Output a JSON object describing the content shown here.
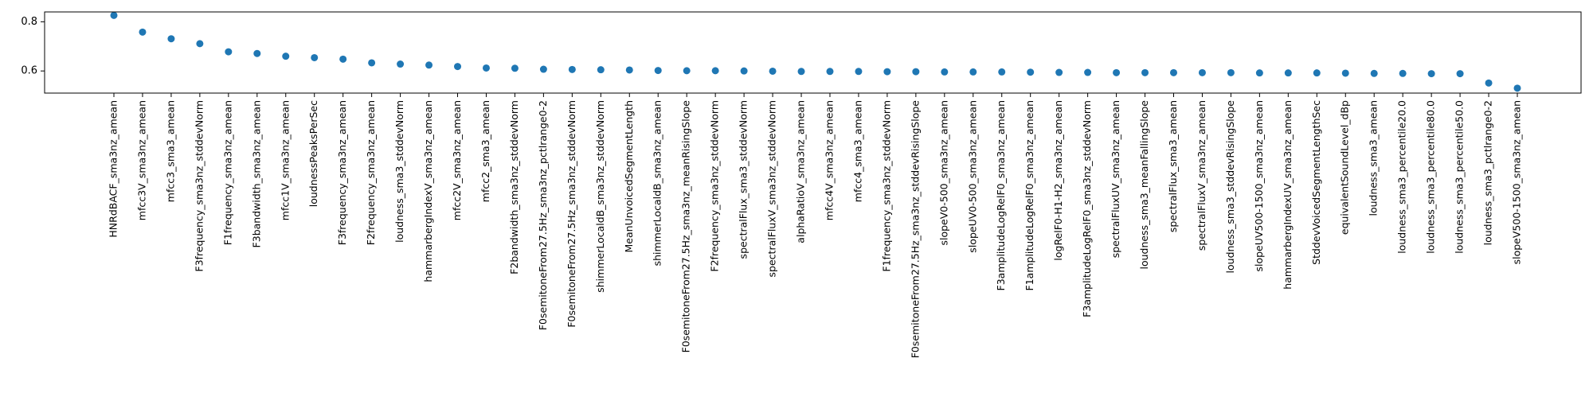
{
  "chart_data": {
    "type": "scatter",
    "title": "",
    "xlabel": "",
    "ylabel": "",
    "ylim": [
      0.51,
      0.84
    ],
    "yticks": [
      0.6,
      0.8
    ],
    "ytick_labels": [
      "0.6",
      "0.8"
    ],
    "grid": false,
    "marker_color": "#1f77b4",
    "categories": [
      "HNRdBACF_sma3nz_amean",
      "mfcc3V_sma3nz_amean",
      "mfcc3_sma3_amean",
      "F3frequency_sma3nz_stddevNorm",
      "F1frequency_sma3nz_amean",
      "F3bandwidth_sma3nz_amean",
      "mfcc1V_sma3nz_amean",
      "loudnessPeaksPerSec",
      "F3frequency_sma3nz_amean",
      "F2frequency_sma3nz_amean",
      "loudness_sma3_stddevNorm",
      "hammarbergIndexV_sma3nz_amean",
      "mfcc2V_sma3nz_amean",
      "mfcc2_sma3_amean",
      "F2bandwidth_sma3nz_stddevNorm",
      "F0semitoneFrom27.5Hz_sma3nz_pctlrange0-2",
      "F0semitoneFrom27.5Hz_sma3nz_stddevNorm",
      "shimmerLocaldB_sma3nz_stddevNorm",
      "MeanUnvoicedSegmentLength",
      "shimmerLocaldB_sma3nz_amean",
      "F0semitoneFrom27.5Hz_sma3nz_meanRisingSlope",
      "F2frequency_sma3nz_stddevNorm",
      "spectralFlux_sma3_stddevNorm",
      "spectralFluxV_sma3nz_stddevNorm",
      "alphaRatioV_sma3nz_amean",
      "mfcc4V_sma3nz_amean",
      "mfcc4_sma3_amean",
      "F1frequency_sma3nz_stddevNorm",
      "F0semitoneFrom27.5Hz_sma3nz_stddevRisingSlope",
      "slopeV0-500_sma3nz_amean",
      "slopeUV0-500_sma3nz_amean",
      "F3amplitudeLogRelF0_sma3nz_amean",
      "F1amplitudeLogRelF0_sma3nz_amean",
      "logRelF0-H1-H2_sma3nz_amean",
      "F3amplitudeLogRelF0_sma3nz_stddevNorm",
      "spectralFluxUV_sma3nz_amean",
      "loudness_sma3_meanFallingSlope",
      "spectralFlux_sma3_amean",
      "spectralFluxV_sma3nz_amean",
      "loudness_sma3_stddevRisingSlope",
      "slopeUV500-1500_sma3nz_amean",
      "hammarbergIndexUV_sma3nz_amean",
      "StddevVoicedSegmentLengthSec",
      "equivalentSoundLevel_dBp",
      "loudness_sma3_amean",
      "loudness_sma3_percentile20.0",
      "loudness_sma3_percentile80.0",
      "loudness_sma3_percentile50.0",
      "loudness_sma3_pctlrange0-2",
      "slopeV500-1500_sma3nz_amean"
    ],
    "values": [
      0.826,
      0.758,
      0.731,
      0.711,
      0.678,
      0.671,
      0.66,
      0.654,
      0.648,
      0.633,
      0.628,
      0.624,
      0.618,
      0.612,
      0.611,
      0.607,
      0.606,
      0.605,
      0.604,
      0.602,
      0.601,
      0.601,
      0.6,
      0.599,
      0.598,
      0.598,
      0.598,
      0.597,
      0.597,
      0.596,
      0.596,
      0.596,
      0.595,
      0.594,
      0.594,
      0.593,
      0.593,
      0.593,
      0.593,
      0.593,
      0.592,
      0.592,
      0.592,
      0.591,
      0.59,
      0.59,
      0.589,
      0.589,
      0.551,
      0.53
    ]
  }
}
